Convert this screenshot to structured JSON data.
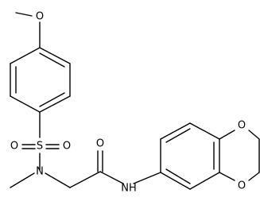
{
  "structure": {
    "atoms": [
      {
        "id": "o_methoxy",
        "label": "O"
      },
      {
        "id": "s",
        "label": "S"
      },
      {
        "id": "o_sulfonyl_left",
        "label": "O"
      },
      {
        "id": "o_sulfonyl_right",
        "label": "O"
      },
      {
        "id": "n_sulfonamide",
        "label": "N"
      },
      {
        "id": "o_carbonyl",
        "label": "O"
      },
      {
        "id": "nh_amide",
        "label": "NH"
      },
      {
        "id": "o_dioxane_top",
        "label": "O"
      },
      {
        "id": "o_dioxane_bottom",
        "label": "O"
      }
    ]
  },
  "colors": {
    "bond": "#000000",
    "label": "#000000",
    "background": "#ffffff"
  }
}
